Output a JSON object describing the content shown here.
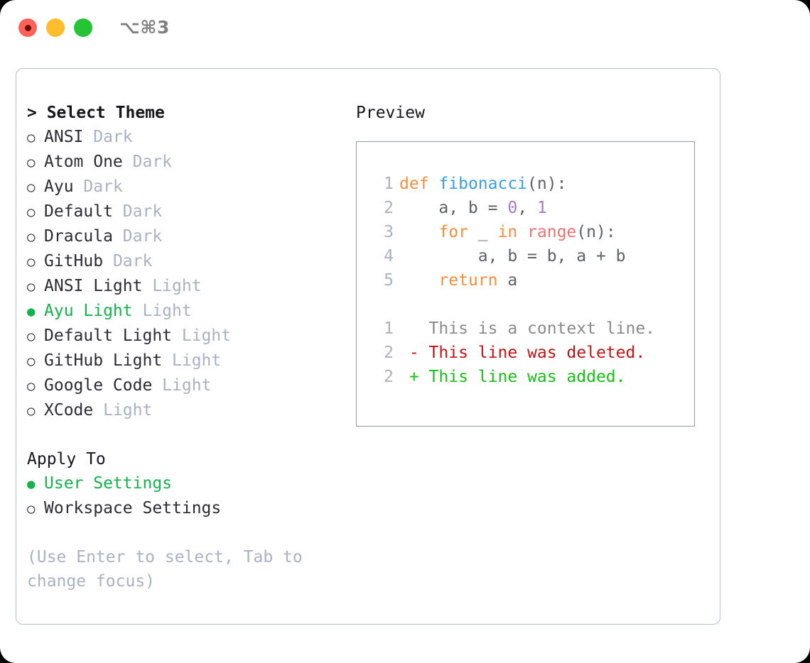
{
  "titlebar": {
    "shortcut": "⌥⌘3",
    "dots": [
      "close-record",
      "minimize",
      "maximize"
    ]
  },
  "theme_section": {
    "header": "> Select Theme",
    "focused": true,
    "options": [
      {
        "bullet": "○",
        "label": "ANSI",
        "tag": "Dark",
        "selected": false
      },
      {
        "bullet": "○",
        "label": "Atom One",
        "tag": "Dark",
        "selected": false
      },
      {
        "bullet": "○",
        "label": "Ayu",
        "tag": "Dark",
        "selected": false
      },
      {
        "bullet": "○",
        "label": "Default",
        "tag": "Dark",
        "selected": false
      },
      {
        "bullet": "○",
        "label": "Dracula",
        "tag": "Dark",
        "selected": false
      },
      {
        "bullet": "○",
        "label": "GitHub",
        "tag": "Dark",
        "selected": false
      },
      {
        "bullet": "○",
        "label": "ANSI Light",
        "tag": "Light",
        "selected": false
      },
      {
        "bullet": "●",
        "label": "Ayu Light",
        "tag": "Light",
        "selected": true
      },
      {
        "bullet": "○",
        "label": "Default Light",
        "tag": "Light",
        "selected": false
      },
      {
        "bullet": "○",
        "label": "GitHub Light",
        "tag": "Light",
        "selected": false
      },
      {
        "bullet": "○",
        "label": "Google Code",
        "tag": "Light",
        "selected": false
      },
      {
        "bullet": "○",
        "label": "XCode",
        "tag": "Light",
        "selected": false
      }
    ]
  },
  "apply_section": {
    "header": "Apply To",
    "focused": false,
    "options": [
      {
        "bullet": "●",
        "label": "User Settings",
        "selected": true
      },
      {
        "bullet": "○",
        "label": "Workspace Settings",
        "selected": false
      }
    ]
  },
  "hint": "(Use Enter to select, Tab to change focus)",
  "preview": {
    "header": "Preview",
    "code_lines": [
      {
        "n": "1",
        "tokens": [
          {
            "t": "def",
            "c": "kw"
          },
          {
            "t": " ",
            "c": "txt"
          },
          {
            "t": "fibonacci",
            "c": "fn"
          },
          {
            "t": "(n):",
            "c": "txt"
          }
        ]
      },
      {
        "n": "2",
        "tokens": [
          {
            "t": "    a, b = ",
            "c": "txt"
          },
          {
            "t": "0",
            "c": "num"
          },
          {
            "t": ", ",
            "c": "txt"
          },
          {
            "t": "1",
            "c": "num"
          }
        ]
      },
      {
        "n": "3",
        "tokens": [
          {
            "t": "    ",
            "c": "txt"
          },
          {
            "t": "for",
            "c": "kw"
          },
          {
            "t": " _ ",
            "c": "txt"
          },
          {
            "t": "in",
            "c": "kw"
          },
          {
            "t": " ",
            "c": "txt"
          },
          {
            "t": "range",
            "c": "bi"
          },
          {
            "t": "(n):",
            "c": "txt"
          }
        ]
      },
      {
        "n": "4",
        "tokens": [
          {
            "t": "        a, b = b, a + b",
            "c": "txt"
          }
        ]
      },
      {
        "n": "5",
        "tokens": [
          {
            "t": "    ",
            "c": "txt"
          },
          {
            "t": "return",
            "c": "kw"
          },
          {
            "t": " a",
            "c": "txt"
          }
        ]
      }
    ],
    "diff_lines": [
      {
        "n": "1",
        "marker": "  ",
        "text": "This is a context line.",
        "kind": "ctx"
      },
      {
        "n": "2",
        "marker": "- ",
        "text": "This line was deleted.",
        "kind": "del"
      },
      {
        "n": "2",
        "marker": "+ ",
        "text": "This line was added.",
        "kind": "add"
      }
    ]
  },
  "colors": {
    "accent_green": "#14b24a",
    "keyword_orange": "#fa8d3e",
    "function_blue": "#399ee6",
    "number_purple": "#a37acc",
    "builtin_red": "#f07171",
    "diff_delete": "#c21414",
    "diff_add": "#17c017",
    "muted": "#a9b2c3",
    "border": "#b6c0cd"
  }
}
